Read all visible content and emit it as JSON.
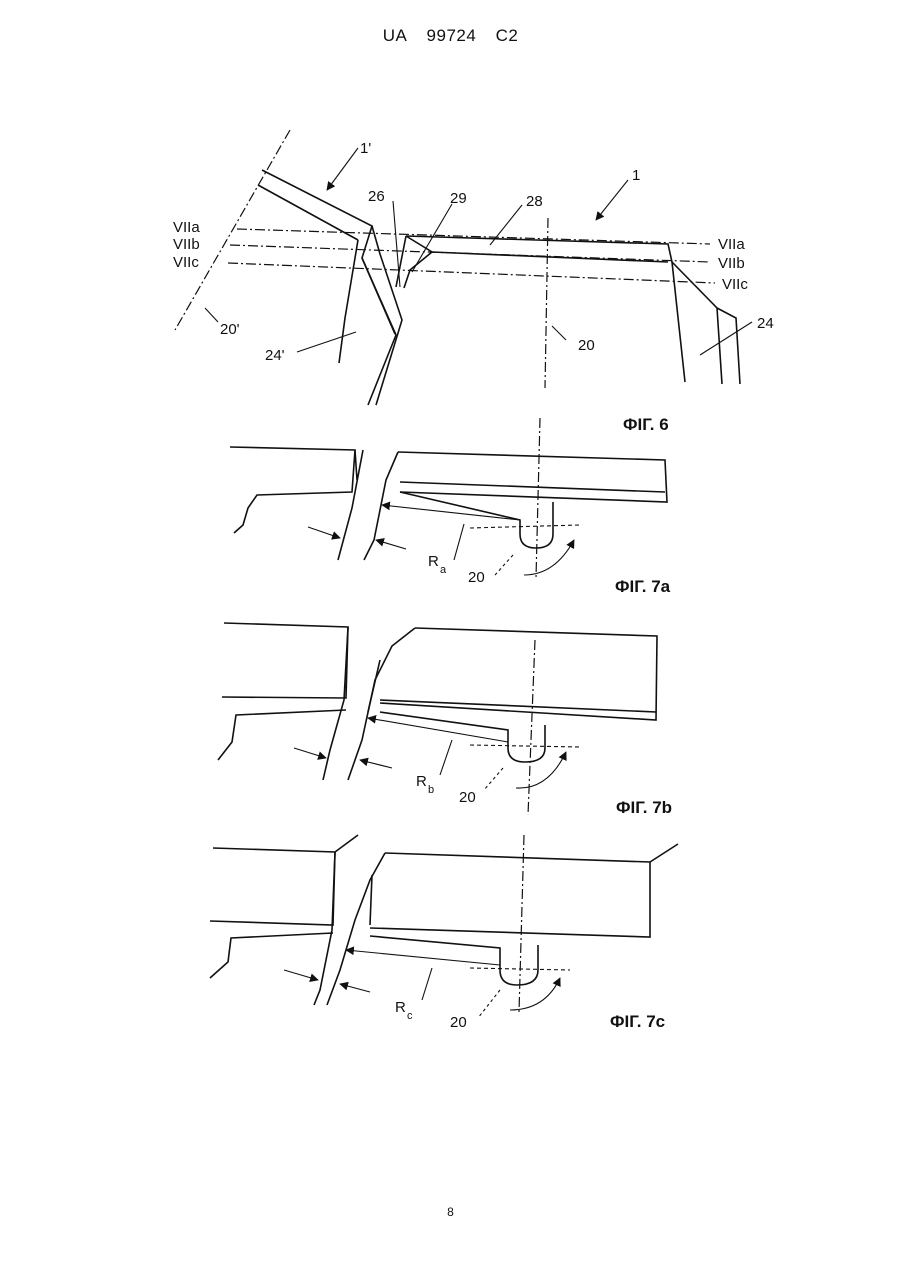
{
  "header": {
    "country": "UA",
    "number": "99724",
    "kind": "C2"
  },
  "page_number": "8",
  "fig6": {
    "caption": "ФІГ. 6",
    "labels": {
      "l1prime": "1'",
      "l1": "1",
      "l26": "26",
      "l29": "29",
      "l28": "28",
      "viia_l": "VIIa",
      "viib_l": "VIIb",
      "viic_l": "VIIc",
      "viia_r": "VIIa",
      "viib_r": "VIIb",
      "viic_r": "VIIc",
      "l20prime": "20'",
      "l24prime": "24'",
      "l20": "20",
      "l24": "24"
    }
  },
  "fig7a": {
    "caption": "ФІГ. 7a",
    "r_letter": "R",
    "r_sub": "a",
    "axis_label": "20"
  },
  "fig7b": {
    "caption": "ФІГ. 7b",
    "r_letter": "R",
    "r_sub": "b",
    "axis_label": "20"
  },
  "fig7c": {
    "caption": "ФІГ. 7c",
    "r_letter": "R",
    "r_sub": "c",
    "axis_label": "20"
  }
}
